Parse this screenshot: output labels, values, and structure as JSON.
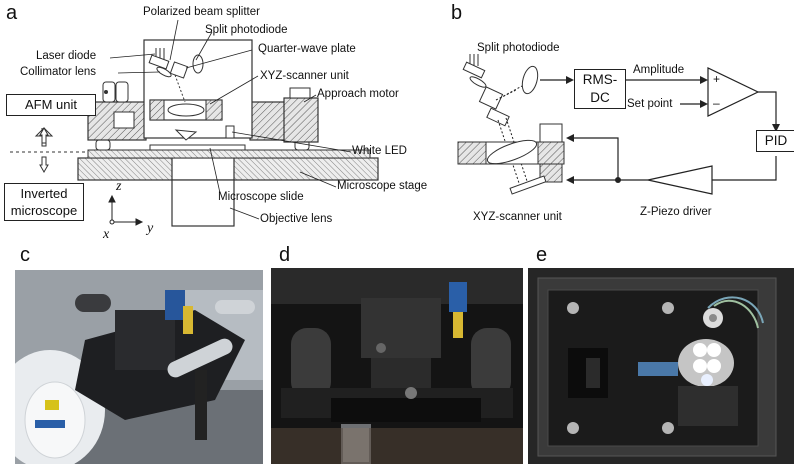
{
  "panels": {
    "a": {
      "letter": "a",
      "labels": {
        "polarized_beam_splitter": "Polarized beam splitter",
        "split_photodiode": "Split photodiode",
        "laser_diode": "Laser diode",
        "quarter_wave_plate": "Quarter-wave plate",
        "collimator_lens": "Collimator lens",
        "xyz_scanner_unit": "XYZ-scanner unit",
        "approach_motor": "Approach motor",
        "afm_unit": "AFM unit",
        "white_led": "White LED",
        "inverted_microscope": "Inverted microscope",
        "microscope_slide": "Microscope slide",
        "microscope_stage": "Microscope stage",
        "objective_lens": "Objective lens",
        "axis_z": "z",
        "axis_x": "x",
        "axis_y": "y"
      }
    },
    "b": {
      "letter": "b",
      "labels": {
        "split_photodiode": "Split photodiode",
        "rms_dc": "RMS-DC",
        "amplitude": "Amplitude",
        "set_point": "Set point",
        "plus": "+",
        "minus": "–",
        "pid": "PID",
        "z_piezo_driver": "Z-Piezo  driver",
        "xyz_scanner_unit": "XYZ-scanner unit"
      }
    },
    "c": {
      "letter": "c"
    },
    "d": {
      "letter": "d"
    },
    "e": {
      "letter": "e"
    }
  }
}
